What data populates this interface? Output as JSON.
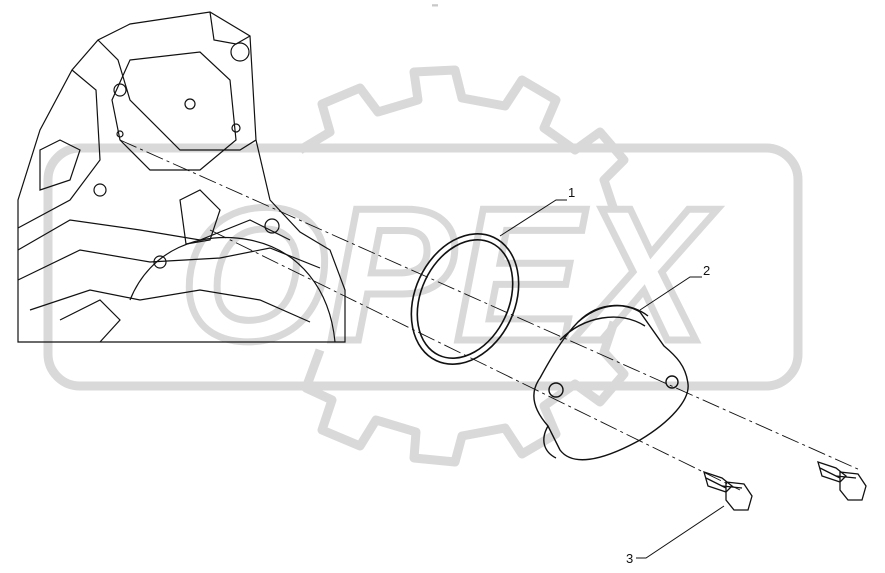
{
  "header_mark": "⁰⁰⁰",
  "watermark": {
    "text": "OPEX",
    "color": "#d9d9d9"
  },
  "callouts": [
    {
      "id": "1",
      "label": "1",
      "part": "o-ring"
    },
    {
      "id": "2",
      "label": "2",
      "part": "cover-plate"
    },
    {
      "id": "3",
      "label": "3",
      "part": "flange-bolt"
    }
  ],
  "colors": {
    "line": "#111111",
    "watermark": "#d9d9d9"
  }
}
